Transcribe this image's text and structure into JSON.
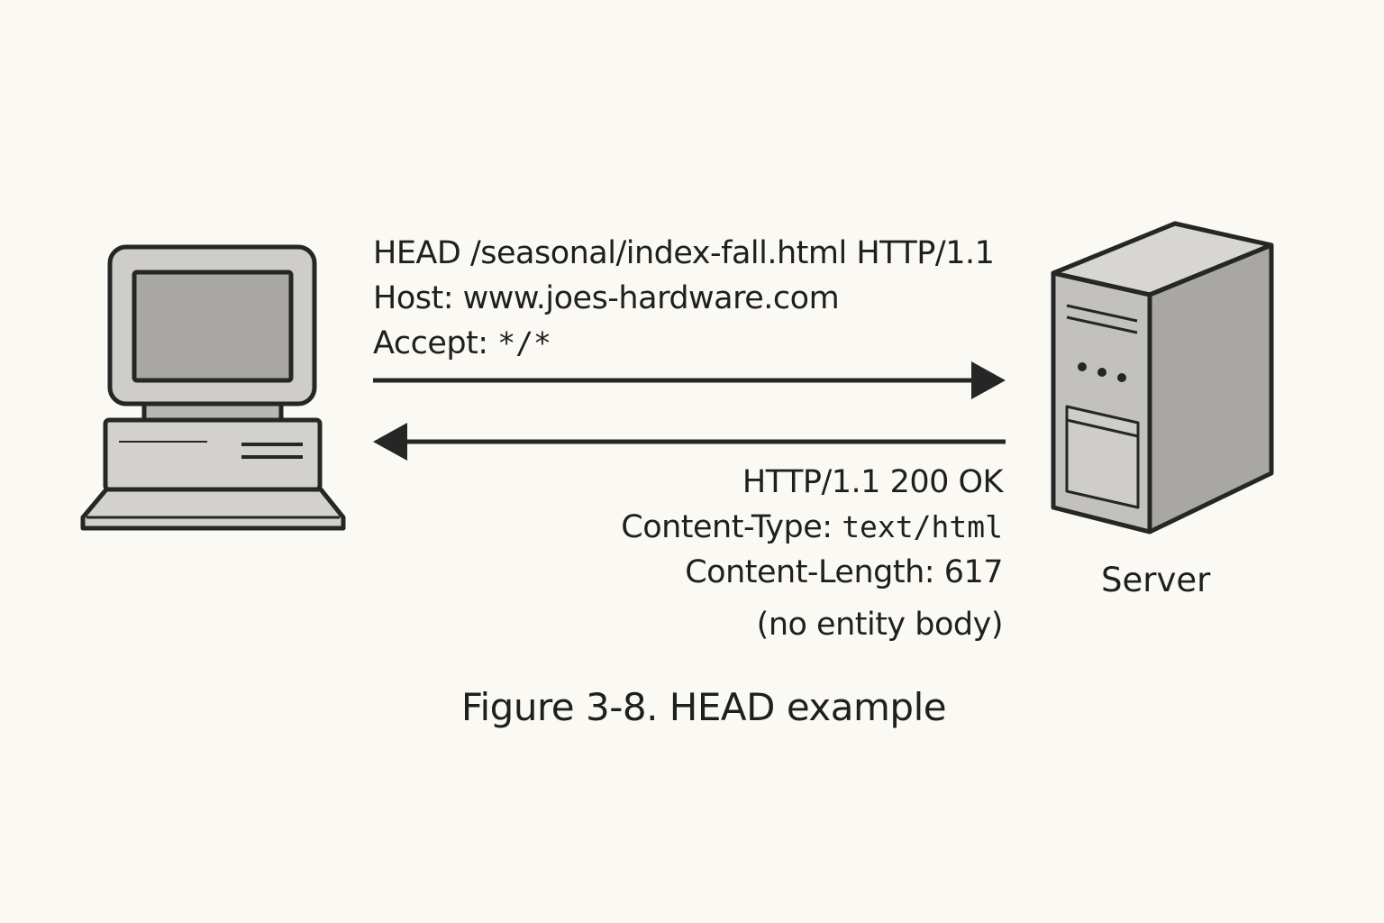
{
  "request": {
    "line1": "HEAD /seasonal/index-fall.html HTTP/1.1",
    "host_label": "Host: ",
    "host_value": "www.joes-hardware.com",
    "accept_label": "Accept: ",
    "accept_value": "*/*"
  },
  "response": {
    "status": "HTTP/1.1 200 OK",
    "content_type_label": "Content-Type: ",
    "content_type_value": "text/html",
    "content_length_label": "Content-Length: ",
    "content_length_value": "617",
    "note": "(no entity body)"
  },
  "server_label": "Server",
  "caption": "Figure 3-8. HEAD example",
  "icons": {
    "client": "computer-icon",
    "server": "server-tower-icon"
  },
  "colors": {
    "background": "#fbf9f3",
    "stroke": "#262626",
    "device_fill": "#cfcdca",
    "screen_fill": "#a9a7a4"
  }
}
